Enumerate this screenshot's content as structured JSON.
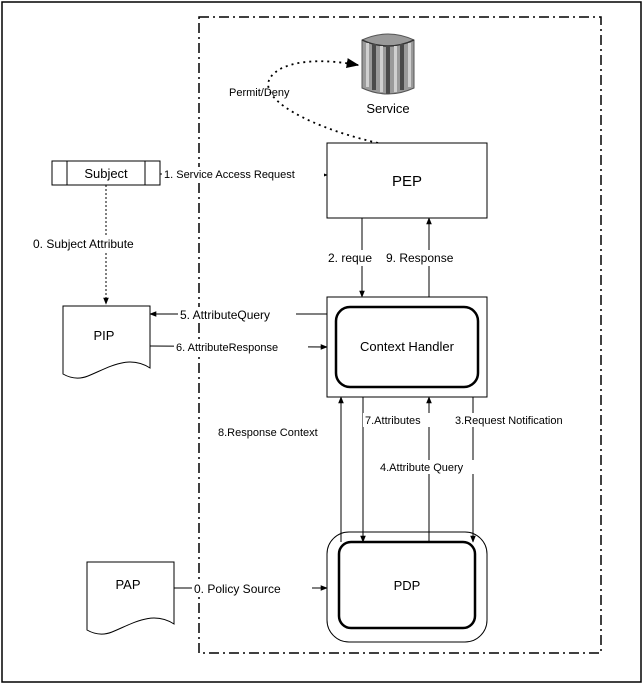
{
  "nodes": {
    "service": "Service",
    "pep": "PEP",
    "subject": "Subject",
    "pip": "PIP",
    "context_handler": "Context Handler",
    "pdp": "PDP",
    "pap": "PAP"
  },
  "edges": {
    "permit_deny": "Permit/Deny",
    "service_access_request": "1. Service Access Request",
    "subject_attribute": "0. Subject Attribute",
    "request": "2. reque",
    "response": "9. Response",
    "attribute_query_pip": "5. AttributeQuery",
    "attribute_response": "6. AttributeResponse",
    "response_context": "8.Response Context",
    "attributes": "7.Attributes",
    "request_notification": "3.Request Notification",
    "attribute_query_pdp": "4.Attribute Query",
    "policy_source": "0. Policy Source"
  }
}
